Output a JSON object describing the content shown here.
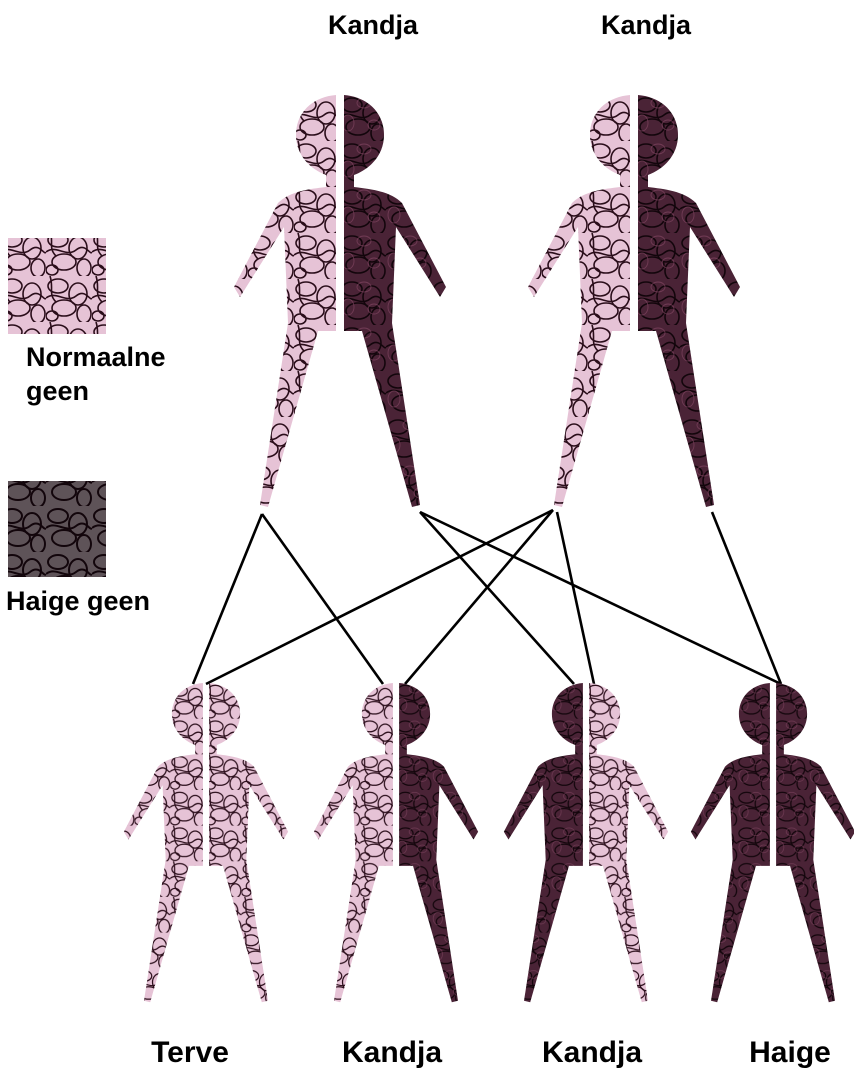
{
  "parents": [
    {
      "label": "Kandja",
      "left_gene": "normal",
      "right_gene": "faulty"
    },
    {
      "label": "Kandja",
      "left_gene": "normal",
      "right_gene": "faulty"
    }
  ],
  "children": [
    {
      "label": "Terve",
      "left_gene": "normal",
      "right_gene": "normal"
    },
    {
      "label": "Kandja",
      "left_gene": "normal",
      "right_gene": "faulty"
    },
    {
      "label": "Kandja",
      "left_gene": "faulty",
      "right_gene": "normal"
    },
    {
      "label": "Haige",
      "left_gene": "faulty",
      "right_gene": "faulty"
    }
  ],
  "legend": {
    "normal_label_line1": "Normaalne",
    "normal_label_line2": "geen",
    "faulty_label": "Haige geen"
  },
  "colors": {
    "normal_fill": "#e6c3d6",
    "faulty_fill": "#4a2336",
    "scribble": "#2a0d1a",
    "line": "#000000"
  }
}
